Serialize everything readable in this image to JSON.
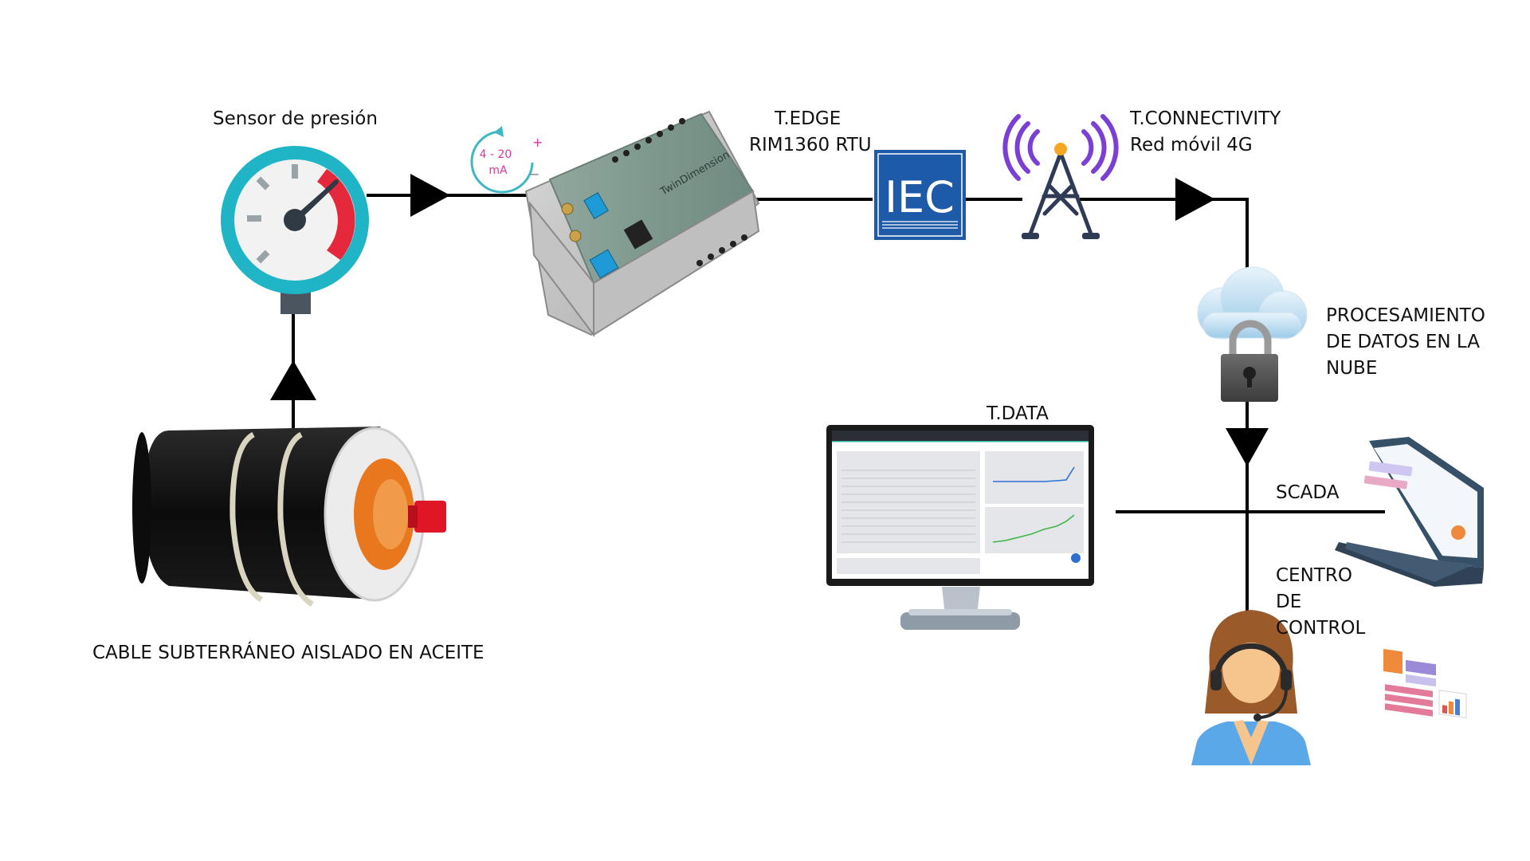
{
  "labels": {
    "sensor": "Sensor de presión",
    "edge_line1": "T.EDGE",
    "edge_line2": "RIM1360 RTU",
    "connectivity_line1": "T.CONNECTIVITY",
    "connectivity_line2": "Red móvil 4G",
    "cloud_line1": "PROCESAMIENTO",
    "cloud_line2": "DE DATOS EN LA",
    "cloud_line3": "NUBE",
    "data": "T.DATA",
    "scada": "SCADA",
    "control_line1": "CENTRO",
    "control_line2": "DE",
    "control_line3": "CONTROL",
    "cable": "CABLE SUBTERRÁNEO AISLADO EN ACEITE"
  },
  "icons": {
    "signal": {
      "range": "4 - 20",
      "unit": "mA",
      "plus": "+",
      "minus": "−"
    },
    "iec": "IEC",
    "rtu_brand": "TwinDimension"
  },
  "colors": {
    "line": "#000000",
    "gauge_ring": "#1FB5C6",
    "gauge_red": "#E5283C",
    "iec_blue": "#1D5AA8",
    "antenna_purple": "#7B3FD4",
    "antenna_dark": "#2F3A56",
    "oil_orange": "#E8771E",
    "signal_pink": "#E0339A",
    "signal_teal": "#3FB7C4"
  }
}
